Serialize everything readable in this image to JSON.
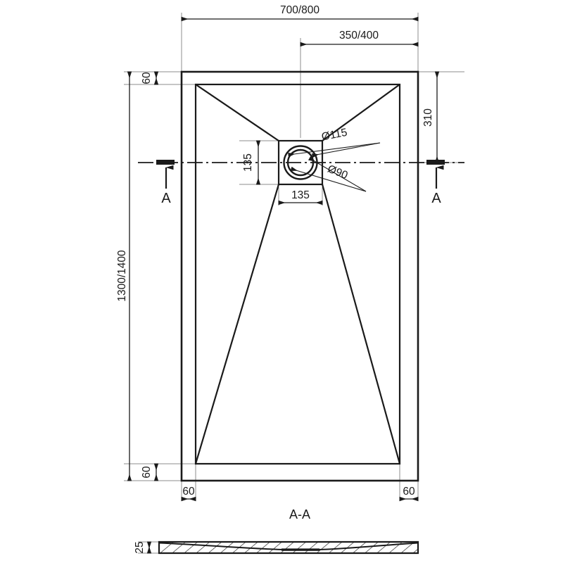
{
  "drawing": {
    "type": "technical-drawing",
    "subject": "rectangular shower tray with central square drain",
    "units": "mm",
    "view_top": {
      "name": "plan-view",
      "dimensions": {
        "overall_width": "700/800",
        "overall_length": "1300/1400",
        "drain_offset_from_right": "350/400",
        "drain_offset_from_top": "310",
        "border_top": "60",
        "border_bottom": "60",
        "border_left": "60",
        "border_right": "60",
        "drain_box_height": "135",
        "drain_box_width": "135",
        "drain_outer_diameter": "Ø115",
        "drain_inner_diameter": "Ø90"
      },
      "section_marks": {
        "left_label": "A",
        "right_label": "A"
      }
    },
    "view_section": {
      "name": "section-view",
      "title": "A-A",
      "dimensions": {
        "thickness": "25"
      }
    }
  },
  "colors": {
    "line": "#1a1a1a",
    "thin_line": "#808080",
    "background": "#ffffff"
  }
}
